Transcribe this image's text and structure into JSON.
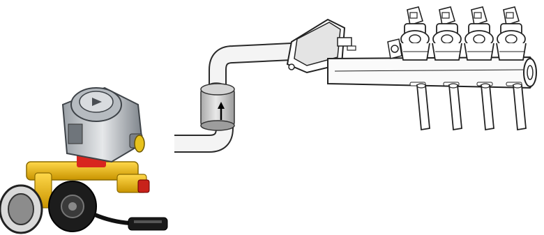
{
  "diagram": {
    "components": [
      {
        "id": "reducer",
        "icon": "gas-reducer-icon"
      },
      {
        "id": "solenoid-valve",
        "icon": "solenoid-valve-icon"
      },
      {
        "id": "connector",
        "icon": "electrical-connector-icon"
      },
      {
        "id": "gas-filter",
        "icon": "gas-filter-icon",
        "flow_direction": "up"
      },
      {
        "id": "pressure-sensor",
        "icon": "map-sensor-icon"
      },
      {
        "id": "injector-rail",
        "icon": "injector-rail-icon",
        "injector_count": 4
      },
      {
        "id": "injector-nozzles",
        "icon": "nozzle-hose-icon",
        "count": 4
      }
    ],
    "colors": {
      "pipe_fill": "#f4f4f4",
      "pipe_outline": "#2a2a2a",
      "filter_body": "#c8c8c8",
      "reducer_yellow": "#e8b400",
      "reducer_body": "#8a8f96",
      "red_accent": "#d8261f"
    }
  }
}
